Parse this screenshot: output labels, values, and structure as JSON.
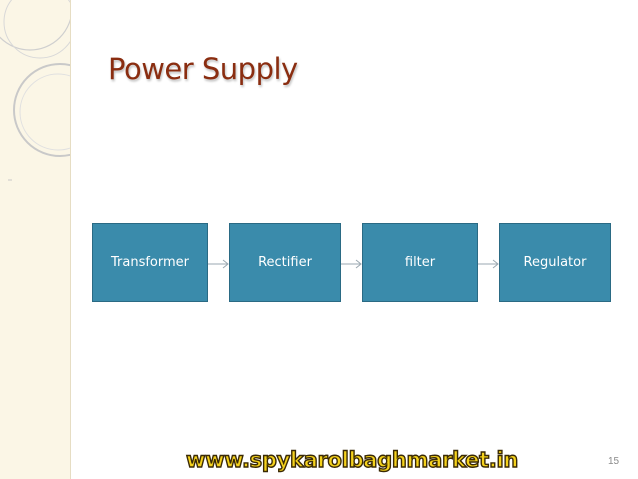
{
  "slide": {
    "title": "Power Supply",
    "page_number": "15",
    "footer_link": "www.spykarolbaghmarket.in"
  },
  "diagram": {
    "blocks": [
      {
        "id": "transformer",
        "label": "Transformer"
      },
      {
        "id": "rectifier",
        "label": "Rectifier"
      },
      {
        "id": "filter",
        "label": "filter"
      },
      {
        "id": "regulator",
        "label": "Regulator"
      }
    ],
    "connections": [
      {
        "from": "transformer",
        "to": "rectifier"
      },
      {
        "from": "rectifier",
        "to": "filter"
      },
      {
        "from": "filter",
        "to": "regulator"
      }
    ]
  },
  "colors": {
    "block_fill": "#3a8bab",
    "title": "#8a2d10",
    "sidebar": "#fbf6e6",
    "footer_text": "#f5d21c"
  }
}
